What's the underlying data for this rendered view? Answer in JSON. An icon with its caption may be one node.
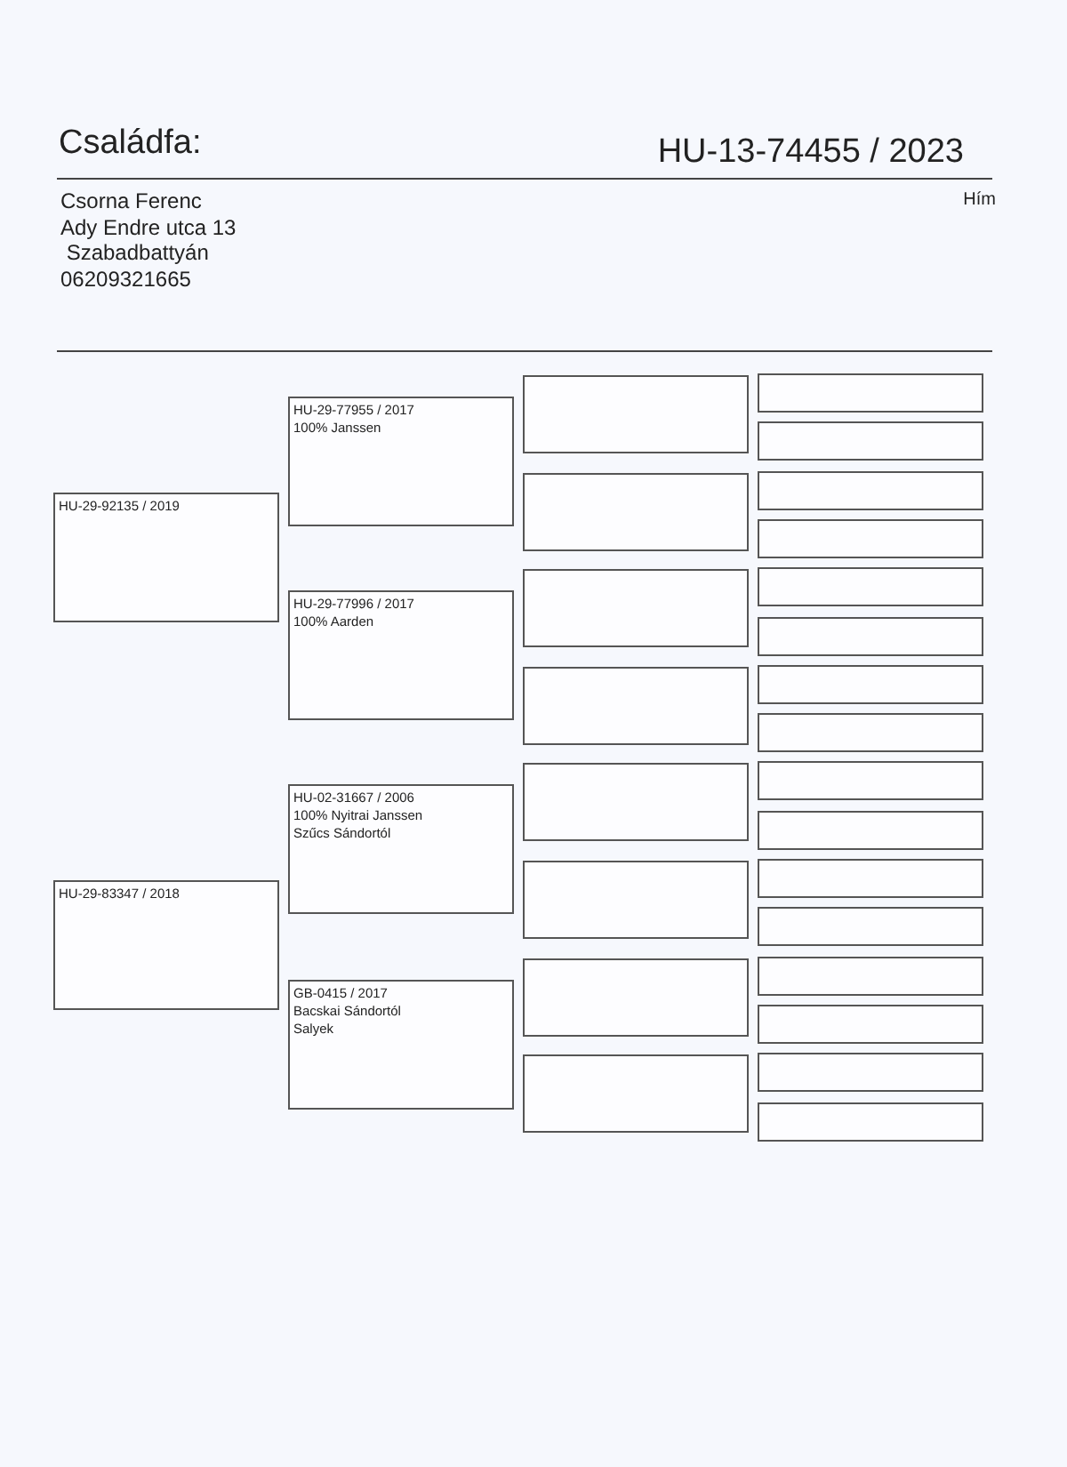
{
  "diagram": {
    "title": "Családfa:",
    "nodes": [
      {
        "text": [
          "HU-29-92135 / 2019"
        ]
      },
      {
        "text": [
          "HU-29-83347 / 2018"
        ]
      },
      {
        "text": [
          "HU-29-77955 / 2017",
          "100% Janssen"
        ]
      },
      {
        "text": [
          "HU-29-77996 / 2017",
          "100% Aarden"
        ]
      },
      {
        "text": [
          "HU-02-31667 / 2006",
          "100% Nyitrai Janssen",
          "Szűcs Sándortól"
        ]
      },
      {
        "text": [
          "GB-0415 / 2017",
          "Bacskai Sándortól",
          "Salyek"
        ]
      },
      {
        "text": [],
        "shape": "box"
      },
      {
        "text": [],
        "shape": "box"
      },
      {
        "text": [],
        "shape": "box"
      },
      {
        "text": [],
        "shape": "box"
      },
      {
        "text": [],
        "shape": "box"
      },
      {
        "text": [],
        "shape": "box"
      },
      {
        "text": [],
        "shape": "box"
      },
      {
        "text": [],
        "shape": "box"
      },
      {
        "text": [],
        "shape": "box"
      },
      {
        "text": [],
        "shape": "box"
      },
      {
        "text": [],
        "shape": "box"
      },
      {
        "text": [],
        "shape": "box"
      },
      {
        "text": [],
        "shape": "box"
      },
      {
        "text": [],
        "shape": "box"
      },
      {
        "text": [],
        "shape": "box"
      },
      {
        "text": [],
        "shape": "box"
      },
      {
        "text": [],
        "shape": "box"
      },
      {
        "text": [],
        "shape": "box"
      },
      {
        "text": [],
        "shape": "box"
      },
      {
        "text": [],
        "shape": "box"
      },
      {
        "text": [],
        "shape": "box"
      },
      {
        "text": [],
        "shape": "box"
      },
      {
        "text": [],
        "shape": "box"
      },
      {
        "text": [],
        "shape": "box"
      }
    ],
    "labels": [
      "HU-13-74455 / 2023",
      "Csorna Ferenc",
      "Ady Endre utca 13",
      " Szabadbattyán",
      "06209321665",
      "Hím"
    ]
  }
}
